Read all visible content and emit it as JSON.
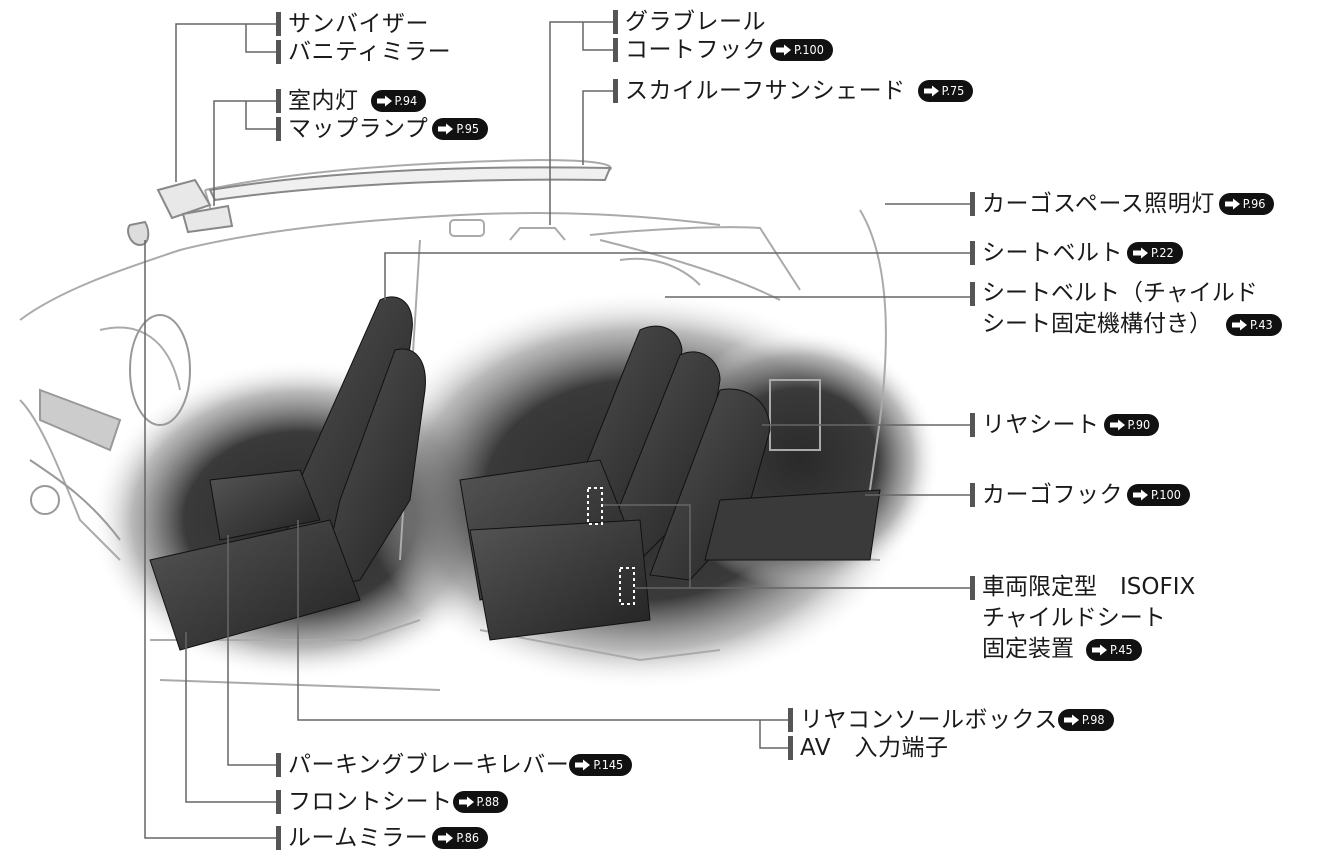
{
  "callouts": {
    "sun_visor": {
      "label": "サンバイザー"
    },
    "vanity_mirror": {
      "label": "バニティミラー"
    },
    "room_lamp": {
      "label": "室内灯",
      "page": "P.94"
    },
    "map_lamp": {
      "label": "マップランプ",
      "page": "P.95"
    },
    "grab_rail": {
      "label": "グラブレール"
    },
    "coat_hook": {
      "label": "コートフック",
      "page": "P.100"
    },
    "sky_roof_shade": {
      "label": "スカイルーフサンシェード",
      "page": "P.75"
    },
    "cargo_light": {
      "label": "カーゴスペース照明灯",
      "page": "P.96"
    },
    "seatbelt": {
      "label": "シートベルト",
      "page": "P.22"
    },
    "seatbelt_child": {
      "line1": "シートベルト（チャイルド",
      "line2": "シート固定機構付き）",
      "page": "P.43"
    },
    "rear_seat": {
      "label": "リヤシート",
      "page": "P.90"
    },
    "cargo_hook": {
      "label": "カーゴフック",
      "page": "P.100"
    },
    "isofix": {
      "line1": "車両限定型　ISOFIX",
      "line2": "チャイルドシート",
      "line3": "固定装置",
      "page": "P.45"
    },
    "rear_console": {
      "label": "リヤコンソールボックス",
      "page": "P.98"
    },
    "av_input": {
      "label": "AV　入力端子"
    },
    "parking_brake": {
      "label": "パーキングブレーキレバー",
      "page": "P.145"
    },
    "front_seat": {
      "label": "フロントシート",
      "page": "P.88"
    },
    "room_mirror": {
      "label": "ルームミラー",
      "page": "P.86"
    }
  }
}
